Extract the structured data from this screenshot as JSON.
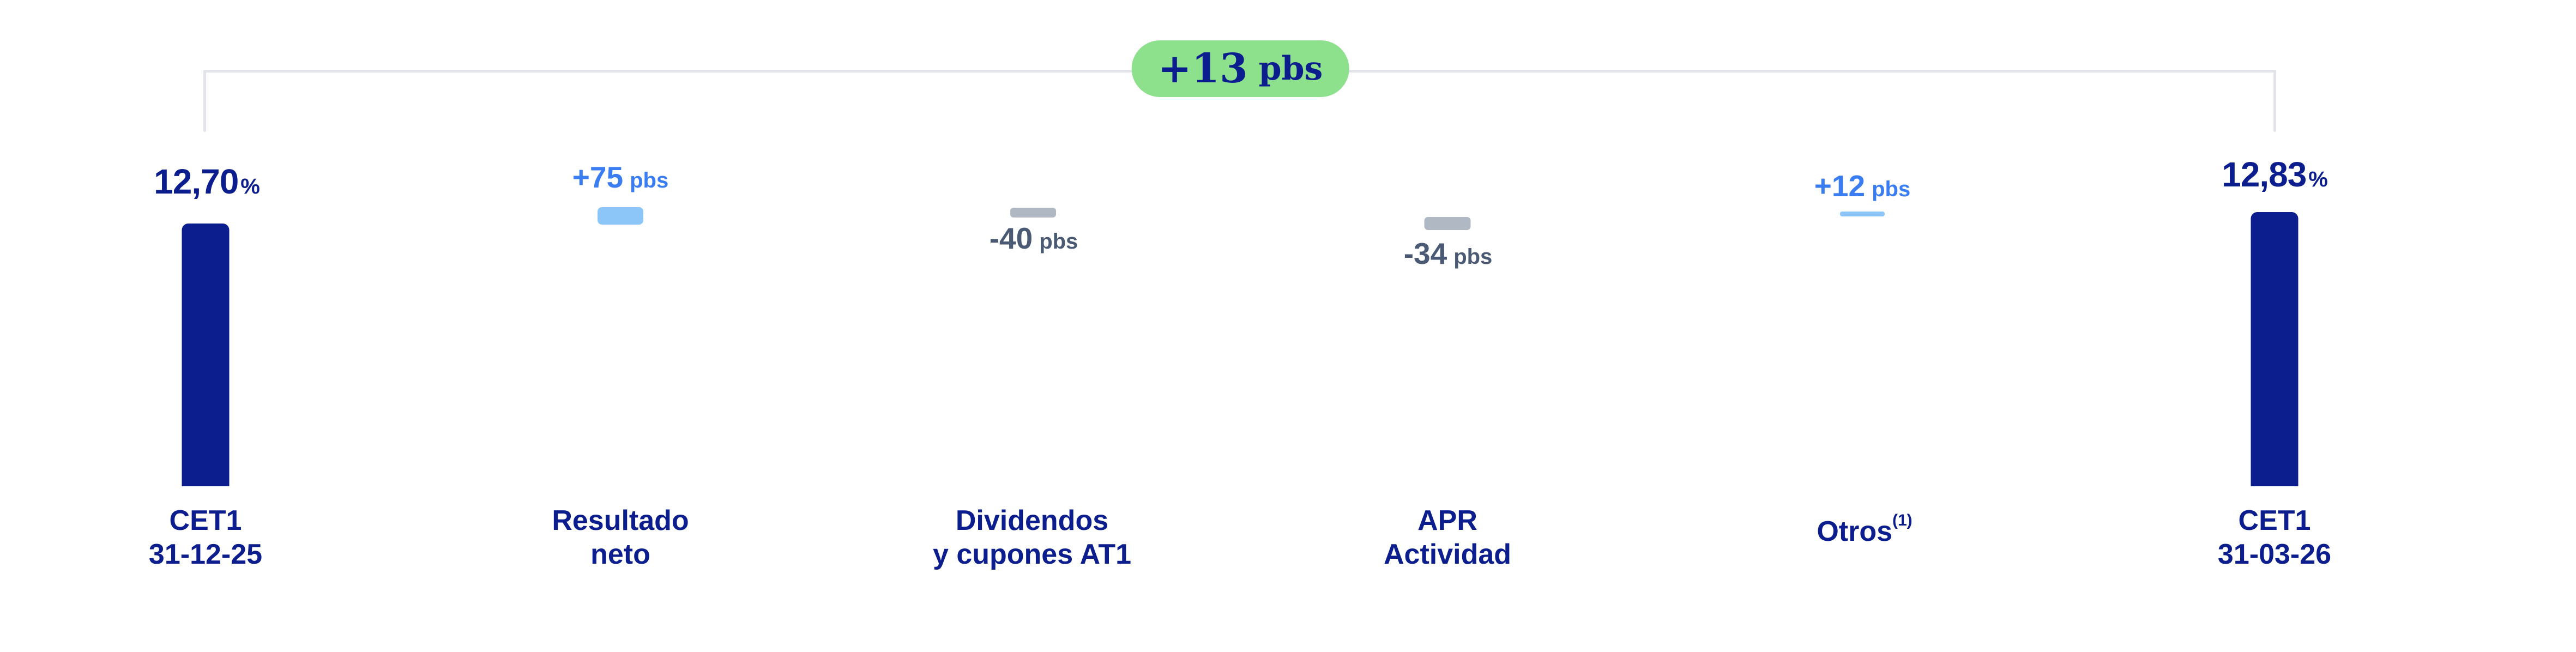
{
  "colors": {
    "bg": "#ffffff",
    "navy": "#0c1e8e",
    "blue": "#3a7df2",
    "lightblue": "#8cc5f8",
    "graybar": "#afb8c3",
    "slate": "#4a5a74",
    "green": "#8de08c",
    "line": "#e2e4e9"
  },
  "chart_data": {
    "type": "bar",
    "variant": "waterfall",
    "title": "",
    "legend": false,
    "grid": false,
    "unit_totals": "%",
    "unit_deltas": "pbs",
    "net_change": {
      "value": "+13",
      "unit": "pbs",
      "numeric_pbs": 13
    },
    "columns": [
      {
        "kind": "total",
        "value": "12,70",
        "suffix": "%",
        "numeric": 12.7,
        "label_line1": "CET1",
        "label_line2": "31-12-25"
      },
      {
        "kind": "delta",
        "value": "+75",
        "suffix": "pbs",
        "numeric_pbs": 75,
        "direction": "positive",
        "label_line1": "Resultado",
        "label_line2": "neto"
      },
      {
        "kind": "delta",
        "value": "-40",
        "suffix": "pbs",
        "numeric_pbs": -40,
        "direction": "negative",
        "label_line1": "Dividendos",
        "label_line2": "y cupones AT1"
      },
      {
        "kind": "delta",
        "value": "-34",
        "suffix": "pbs",
        "numeric_pbs": -34,
        "direction": "negative",
        "label_line1": "APR",
        "label_line2": "Actividad"
      },
      {
        "kind": "delta",
        "value": "+12",
        "suffix": "pbs",
        "numeric_pbs": 12,
        "direction": "positive",
        "label_line1": "Otros",
        "label_superscript": "(1)"
      },
      {
        "kind": "total",
        "value": "12,83",
        "suffix": "%",
        "numeric": 12.83,
        "label_line1": "CET1",
        "label_line2": "31-03-26"
      }
    ]
  }
}
